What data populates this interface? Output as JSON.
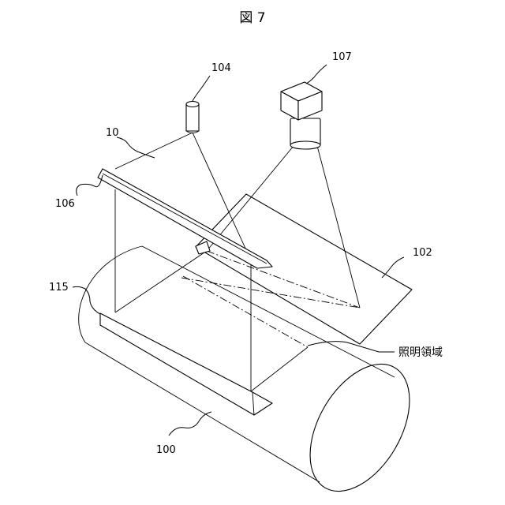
{
  "figure": {
    "title": "図 7",
    "labels": {
      "ref_104": "104",
      "ref_107": "107",
      "ref_10": "10",
      "ref_106": "106",
      "ref_102": "102",
      "ref_115": "115",
      "ref_100": "100",
      "illumination_region": "照明領域"
    }
  }
}
